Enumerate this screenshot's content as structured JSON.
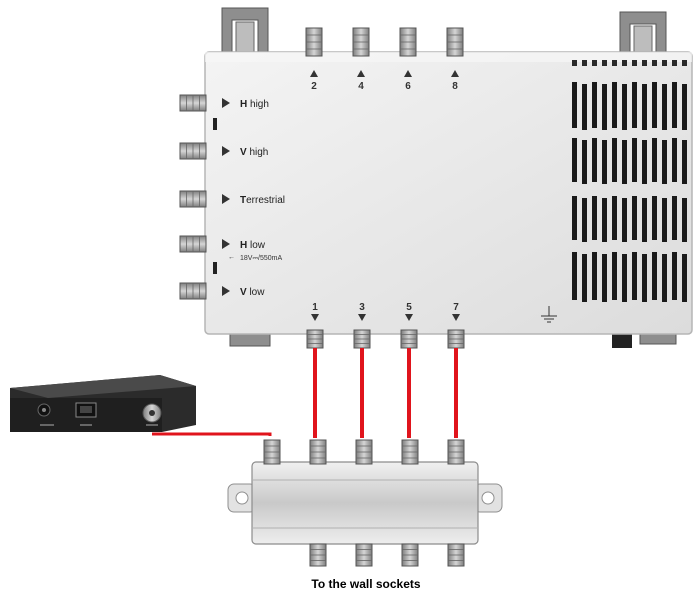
{
  "switch": {
    "top_outputs": [
      "2",
      "4",
      "6",
      "8"
    ],
    "bottom_outputs": [
      "1",
      "3",
      "5",
      "7"
    ],
    "inputs": [
      {
        "first": "H",
        "rest": " high"
      },
      {
        "first": "V",
        "rest": " high"
      },
      {
        "first": "T",
        "rest": "errestrial"
      },
      {
        "first": "H",
        "rest": " low"
      },
      {
        "first": "V",
        "rest": " low"
      }
    ],
    "power_note": "18V⎓/550mA",
    "ground_icon": "ground-icon"
  },
  "caption": "To the wall sockets",
  "colors": {
    "cable": "#e0141c",
    "housing": "#ececec",
    "receiver": "#2b2b2b",
    "connector": "#9a9a9a"
  }
}
